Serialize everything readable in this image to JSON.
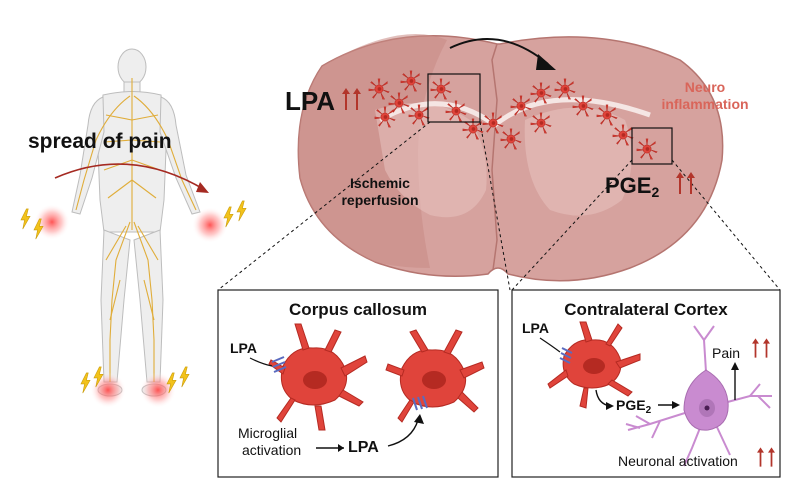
{
  "labels": {
    "spread_of_pain": "spread of pain",
    "lpa_main": "LPA",
    "neuro_line1": "Neuro",
    "neuro_line2": "inflammation",
    "ischemic_line1": "Ischemic",
    "ischemic_line2": "reperfusion",
    "pge_main_base": "PGE",
    "pge_main_sub": "2"
  },
  "panel_left": {
    "title": "Corpus callosum",
    "lpa_top": "LPA",
    "microglial_line1": "Microglial",
    "microglial_line2": "activation",
    "lpa_bottom": "LPA"
  },
  "panel_right": {
    "title": "Contralateral Cortex",
    "lpa": "LPA",
    "pge_base": "PGE",
    "pge_sub": "2",
    "pain": "Pain",
    "neuronal": "Neuronal activation"
  },
  "colors": {
    "brain": "#d6a29e",
    "brain_dark": "#b57570",
    "microglia": "#e0443b",
    "neuron": "#c98bd0",
    "up_arrow": "#b2352b",
    "nerves": "#e0ad3a",
    "lightning": "#f2c21b",
    "neuro_text": "#d9655a"
  },
  "icons": [
    "up-arrow-icon",
    "lightning-icon",
    "microglia-icon",
    "neuron-icon",
    "receptor-icon"
  ]
}
